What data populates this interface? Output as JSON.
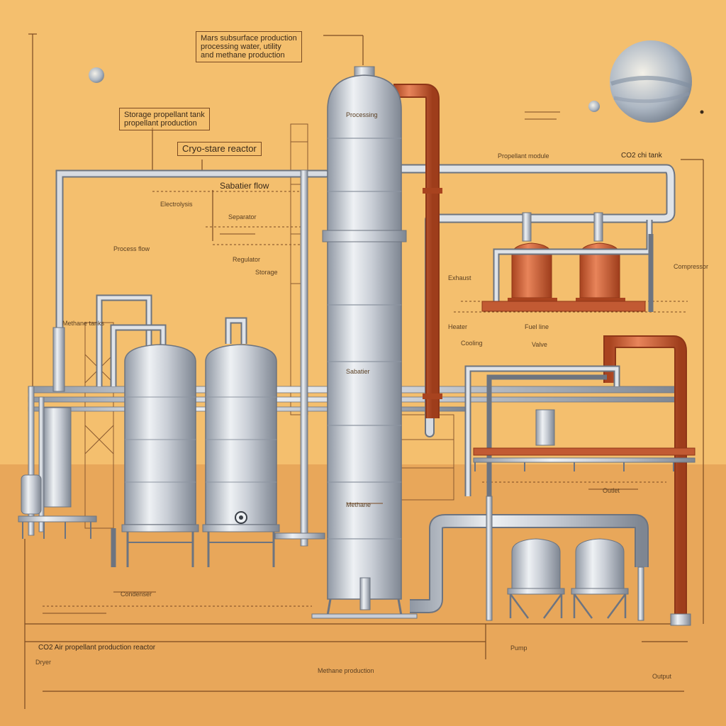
{
  "labels": {
    "title_lines": [
      "Mars subsurface production",
      "processing water, utility",
      "and methane production"
    ],
    "tank_lines": [
      "Storage propellant tank",
      "propellant production"
    ],
    "reactor": "Cryo-stare reactor",
    "sabatier": "Sabatier flow",
    "propellant": "Propellant module",
    "co2_tank": "CO2 chi tank",
    "co2_bottom": "CO2 Air propellant production reactor",
    "methane": "Methane production",
    "tall_tower_label": "Processing",
    "tower_mid": "Sabatier",
    "tower_low": "Methane"
  },
  "small_labels": [
    "Process flow",
    "Methane tanks",
    "Electrolysis",
    "Separator",
    "Regulator",
    "Storage",
    "Exhaust",
    "Compressor",
    "Heater",
    "Fuel line",
    "Cooling",
    "Valve",
    "Outlet",
    "Condenser",
    "Dryer",
    "Pump",
    "Output"
  ],
  "colors": {
    "background": "#f4bf6e",
    "ground": "#e8a75a",
    "steel": "#c9ced6",
    "copper": "#cf5f36",
    "line": "#7a4a22"
  }
}
